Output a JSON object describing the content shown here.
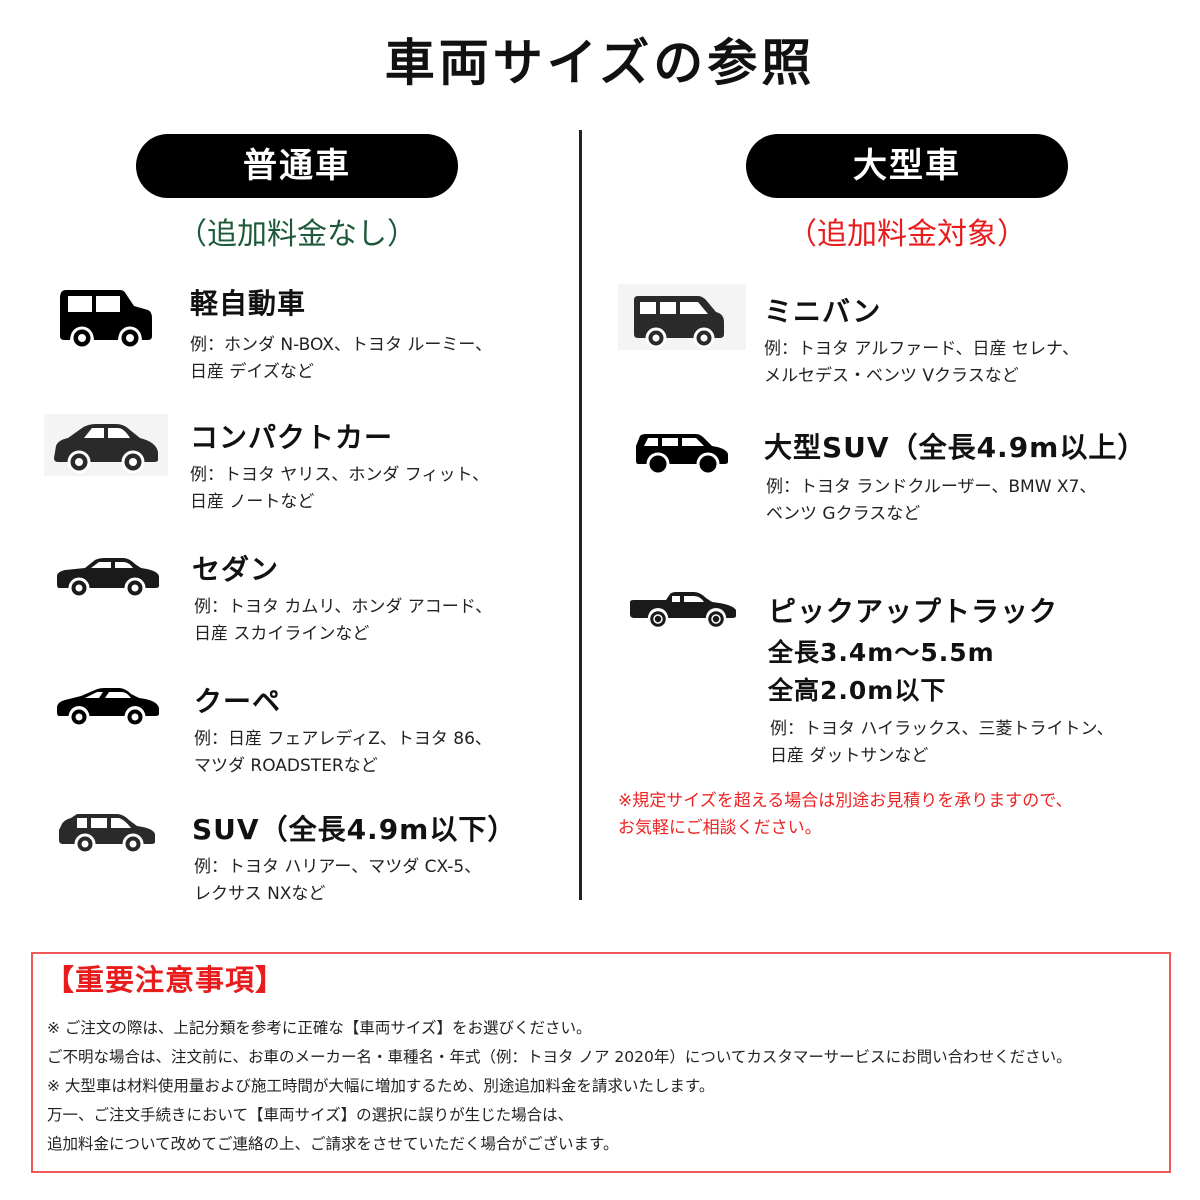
{
  "page": {
    "title": "車両サイズの参照"
  },
  "left": {
    "badge": "普通車",
    "subtitle": "（追加料金なし）",
    "subtitle_color": "#1e5a3a",
    "items": [
      {
        "icon": "kei-car-icon",
        "name": "軽自動車",
        "example_line1": "例：ホンダ N-BOX、トヨタ ルーミー、",
        "example_line2": "日産 デイズなど"
      },
      {
        "icon": "compact-car-icon",
        "name": "コンパクトカー",
        "example_line1": "例：トヨタ ヤリス、ホンダ フィット、",
        "example_line2": "日産 ノートなど"
      },
      {
        "icon": "sedan-icon",
        "name": "セダン",
        "example_line1": "例：トヨタ カムリ、ホンダ アコード、",
        "example_line2": "日産 スカイラインなど"
      },
      {
        "icon": "coupe-icon",
        "name": "クーペ",
        "example_line1": "例：日産 フェアレディZ、トヨタ 86、",
        "example_line2": "マツダ ROADSTERなど"
      },
      {
        "icon": "suv-icon",
        "name": "SUV（全長4.9m以下）",
        "example_line1": "例：トヨタ ハリアー、マツダ CX-5、",
        "example_line2": "レクサス NXなど"
      }
    ]
  },
  "right": {
    "badge": "大型車",
    "subtitle": "（追加料金対象）",
    "subtitle_color": "#e81c1c",
    "items": [
      {
        "icon": "minivan-icon",
        "name": "ミニバン",
        "example_line1": "例：トヨタ アルファード、日産 セレナ、",
        "example_line2": "メルセデス・ベンツ Vクラスなど"
      },
      {
        "icon": "large-suv-icon",
        "name": "大型SUV（全長4.9m以上）",
        "example_line1": "例：トヨタ ランドクルーザー、BMW X7、",
        "example_line2": "ベンツ Gクラスなど"
      },
      {
        "icon": "pickup-truck-icon",
        "name": "ピックアップトラック",
        "spec_line1": "全長3.4m～5.5m",
        "spec_line2": "全高2.0m以下",
        "example_line1": "例：トヨタ ハイラックス、三菱トライトン、",
        "example_line2": "日産 ダットサンなど"
      }
    ],
    "note_line1": "※規定サイズを超える場合は別途お見積りを承りますので、",
    "note_line2": "お気軽にご相談ください。",
    "note_color": "#ee2222"
  },
  "notice": {
    "heading": "【重要注意事項】",
    "heading_color": "#e81c1c",
    "border_color": "#ee5a5a",
    "lines": [
      "※ ご注文の際は、上記分類を参考に正確な【車両サイズ】をお選びください。",
      "ご不明な場合は、注文前に、お車のメーカー名・車種名・年式（例：トヨタ ノア 2020年）についてカスタマーサービスにお問い合わせください。",
      "※ 大型車は材料使用量および施工時間が大幅に増加するため、別途追加料金を請求いたします。",
      "万一、ご注文手続きにおいて【車両サイズ】の選択に誤りが生じた場合は、",
      "追加料金について改めてご連絡の上、ご請求をさせていただく場合がございます。"
    ]
  }
}
